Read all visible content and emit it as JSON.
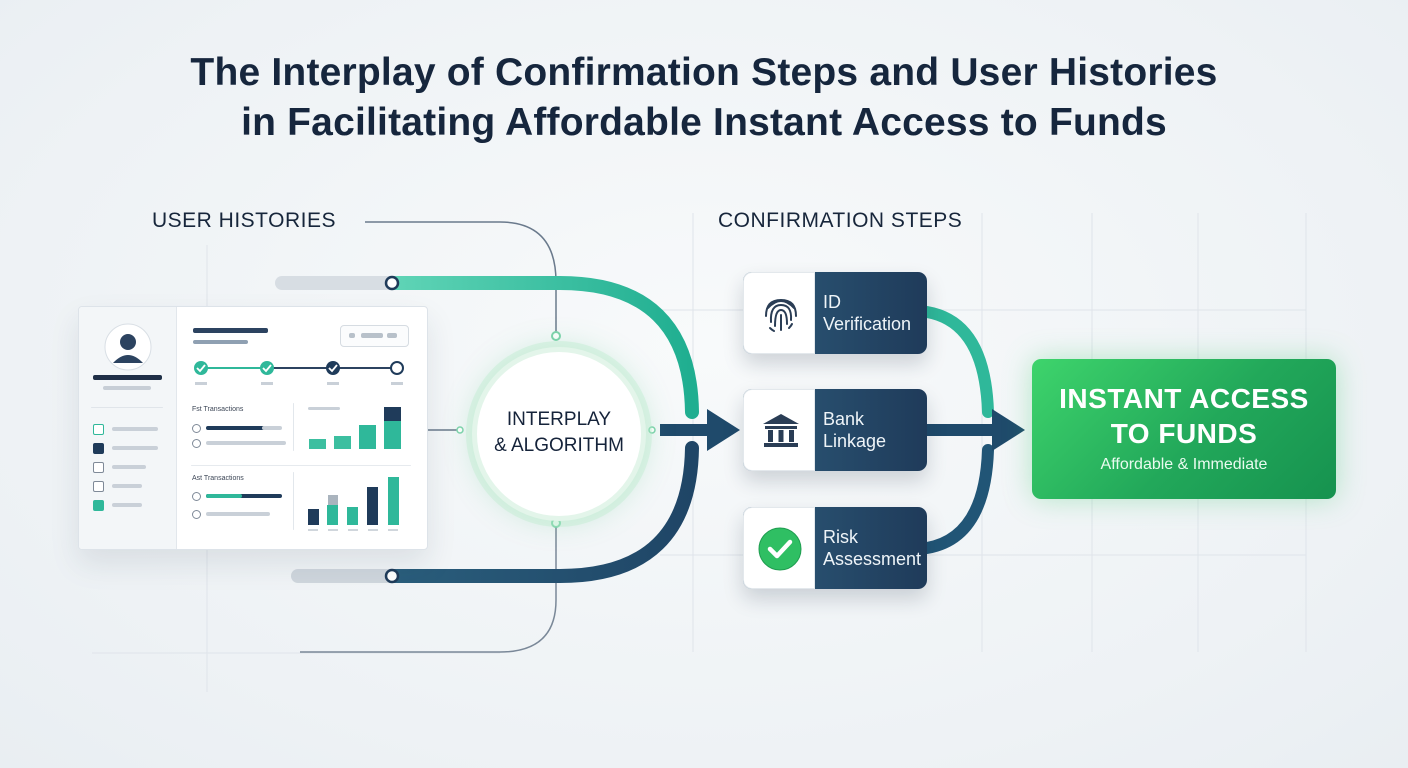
{
  "title": {
    "line1": "The Interplay of Confirmation Steps and User Histories",
    "line2": "in Facilitating Affordable Instant Access to Funds"
  },
  "sections": {
    "user_histories": "USER HISTORIES",
    "confirmation_steps": "CONFIRMATION STEPS"
  },
  "dashboard": {
    "section1_label": "Fst Transactions",
    "section2_label": "Ast Transactions",
    "progress_steps": 4,
    "progress_completed": 3,
    "colors": {
      "teal": "#2fb89a",
      "navy": "#1f3b5a",
      "gray": "#c5ccd4"
    }
  },
  "center": {
    "line1": "INTERPLAY",
    "line2": "& ALGORITHM"
  },
  "steps": [
    {
      "line1": "ID",
      "line2": "Verification",
      "icon": "fingerprint-icon"
    },
    {
      "line1": "Bank",
      "line2": "Linkage",
      "icon": "bank-icon"
    },
    {
      "line1": "Risk",
      "line2": "Assessment",
      "icon": "check-circle-icon"
    }
  ],
  "final": {
    "title_line1": "INSTANT ACCESS",
    "title_line2": "TO FUNDS",
    "subtitle": "Affordable & Immediate",
    "color": "#22a85a"
  }
}
